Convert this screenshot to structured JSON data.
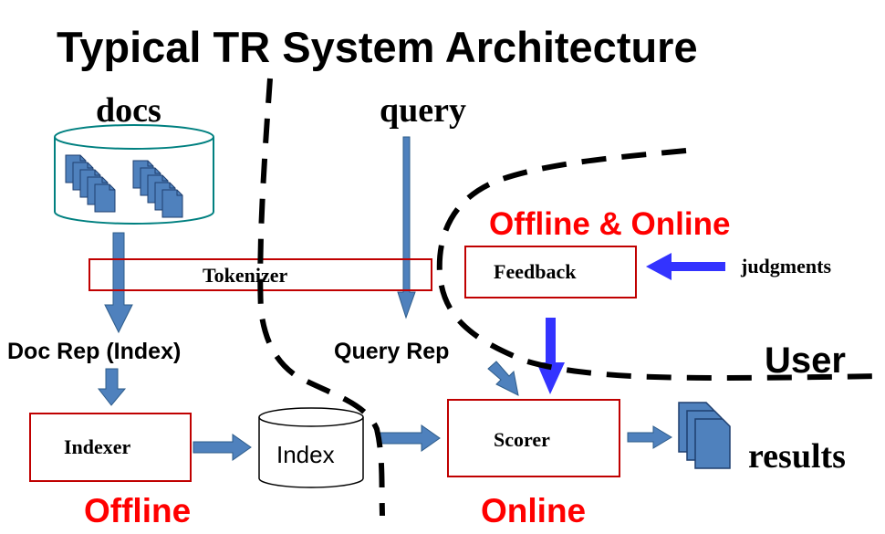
{
  "title": "Typical TR System Architecture",
  "labels": {
    "docs": "docs",
    "query": "query",
    "offline_online": "Offline & Online",
    "tokenizer": "Tokenizer",
    "feedback": "Feedback",
    "judgments": "judgments",
    "doc_rep": "Doc Rep (Index)",
    "query_rep": "Query Rep",
    "user": "User",
    "indexer": "Indexer",
    "index": "Index",
    "scorer": "Scorer",
    "results": "results",
    "offline": "Offline",
    "online": "Online"
  },
  "colors": {
    "box_border": "#c00000",
    "flow_arrow": "#4f81bd",
    "feedback_arrow": "#3333ff",
    "phase_label": "#ff0000",
    "doc_icon": "#4f81bd",
    "cylinder_border": "#008080"
  }
}
